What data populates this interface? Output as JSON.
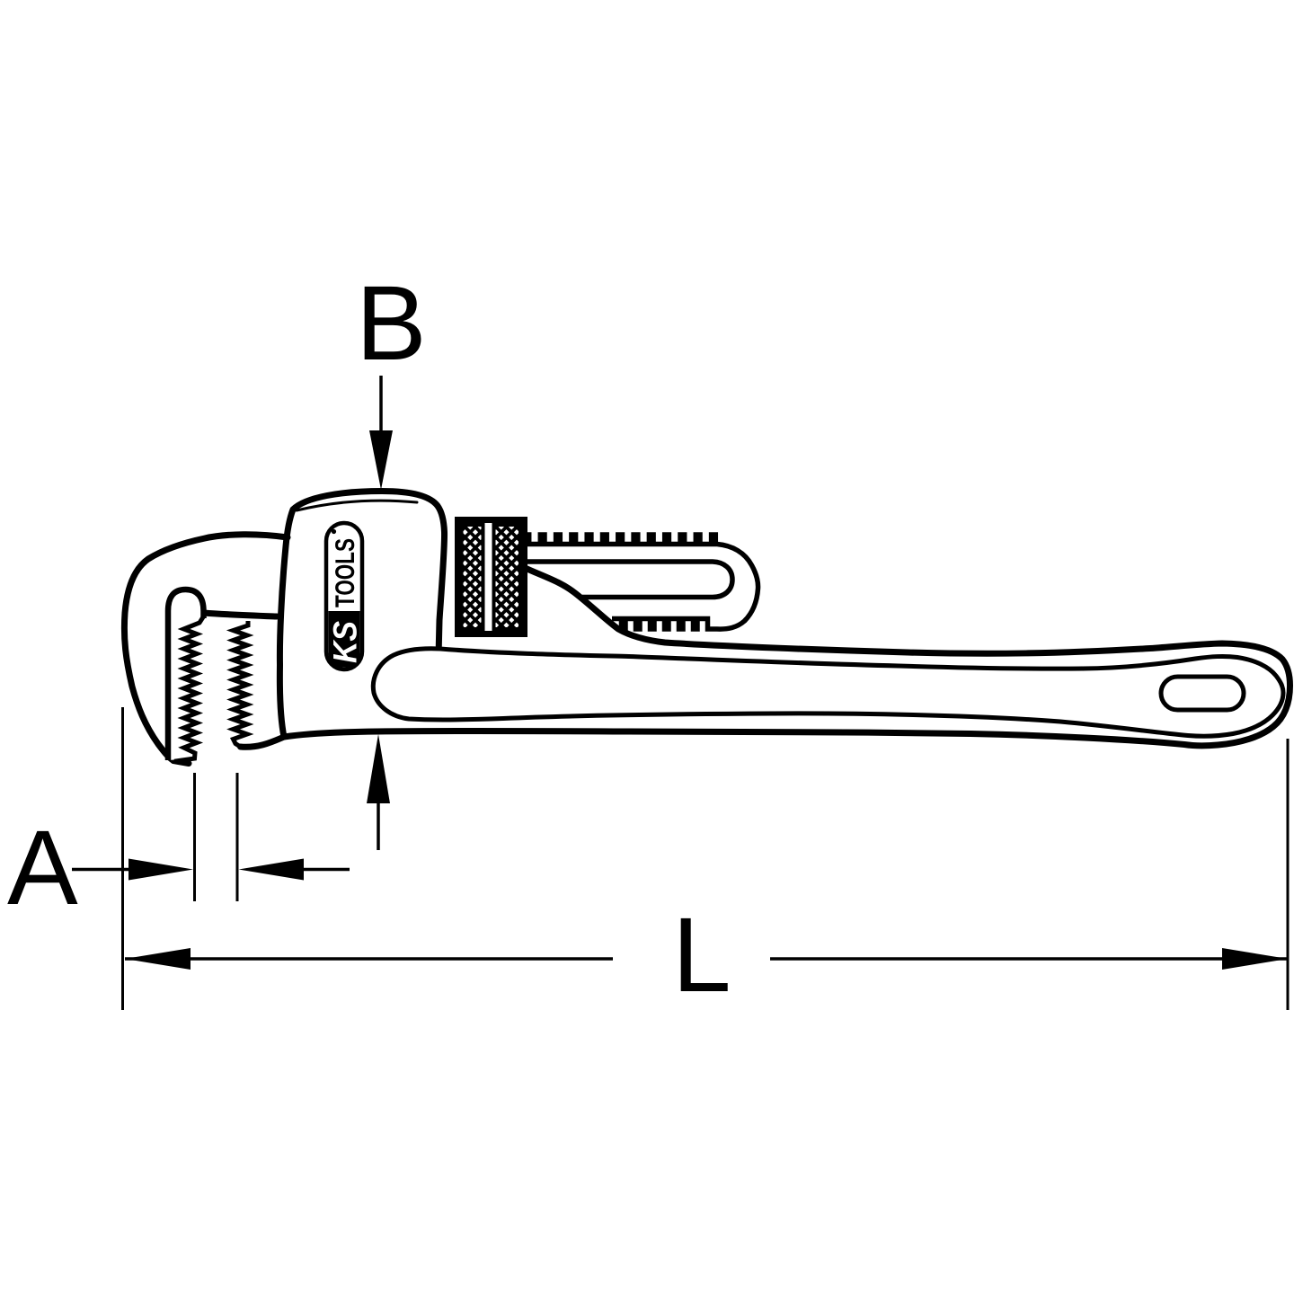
{
  "diagram": {
    "type": "technical-line-drawing",
    "subject": "pipe wrench side view with dimension annotations",
    "colors": {
      "ink": "#000000",
      "paper": "#ffffff"
    },
    "dimensions": {
      "a_label": "A",
      "b_label": "B",
      "l_label": "L"
    },
    "logo": {
      "brand": "KS",
      "word": "TOOLS",
      "mark": "®"
    }
  }
}
